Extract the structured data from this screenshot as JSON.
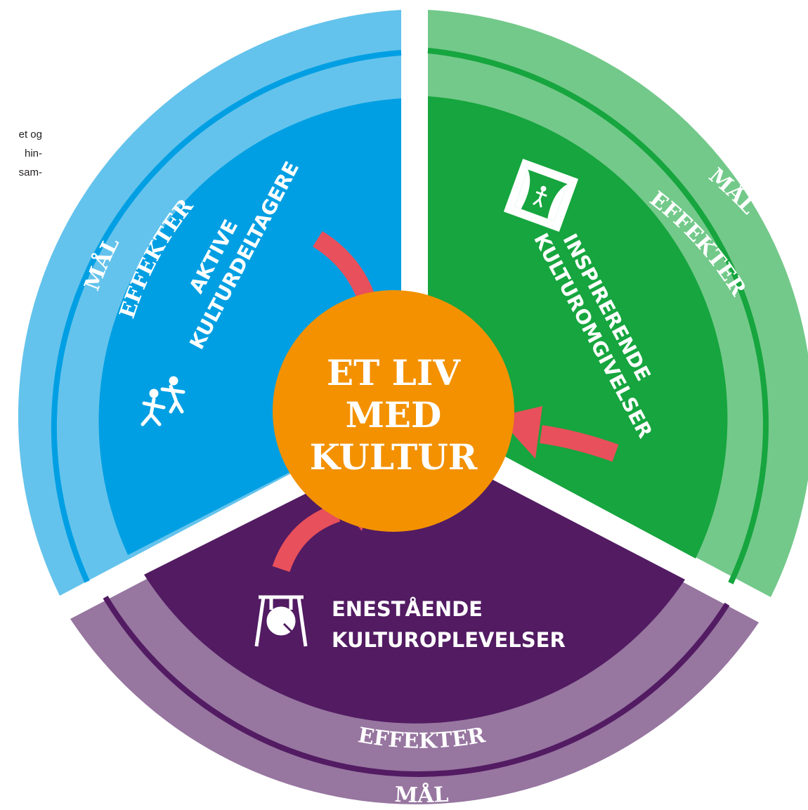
{
  "side_text": {
    "line1": "et og",
    "line2": "hin-",
    "line3": "sam-"
  },
  "center": {
    "line1": "ET LIV",
    "line2": "MED",
    "line3": "KULTUR"
  },
  "segments": {
    "aktive": {
      "line1": "AKTIVE",
      "line2": "KULTURDELTAGERE",
      "effekter": "EFFEKTER",
      "maal": "MÅL",
      "icon": "people-dancing-icon"
    },
    "inspirerende": {
      "line1": "INSPIRERENDE",
      "line2": "KULTUROMGIVELSER",
      "effekter": "EFFEKTER",
      "maal": "MÅL",
      "icon": "stage-performer-icon"
    },
    "enestaaende": {
      "line1": "ENESTÅENDE",
      "line2": "KULTUROPLEVELSER",
      "effekter": "EFFEKTER",
      "maal": "MÅL",
      "icon": "gong-icon"
    }
  },
  "colors": {
    "blue_outer": "#64c3ec",
    "blue_inner": "#009fe3",
    "green_outer": "#73c98a",
    "green_inner": "#16a53e",
    "purple_outer": "#9776a0",
    "purple_inner": "#521b62",
    "center": "#f39100",
    "arrow": "#e8505b"
  }
}
